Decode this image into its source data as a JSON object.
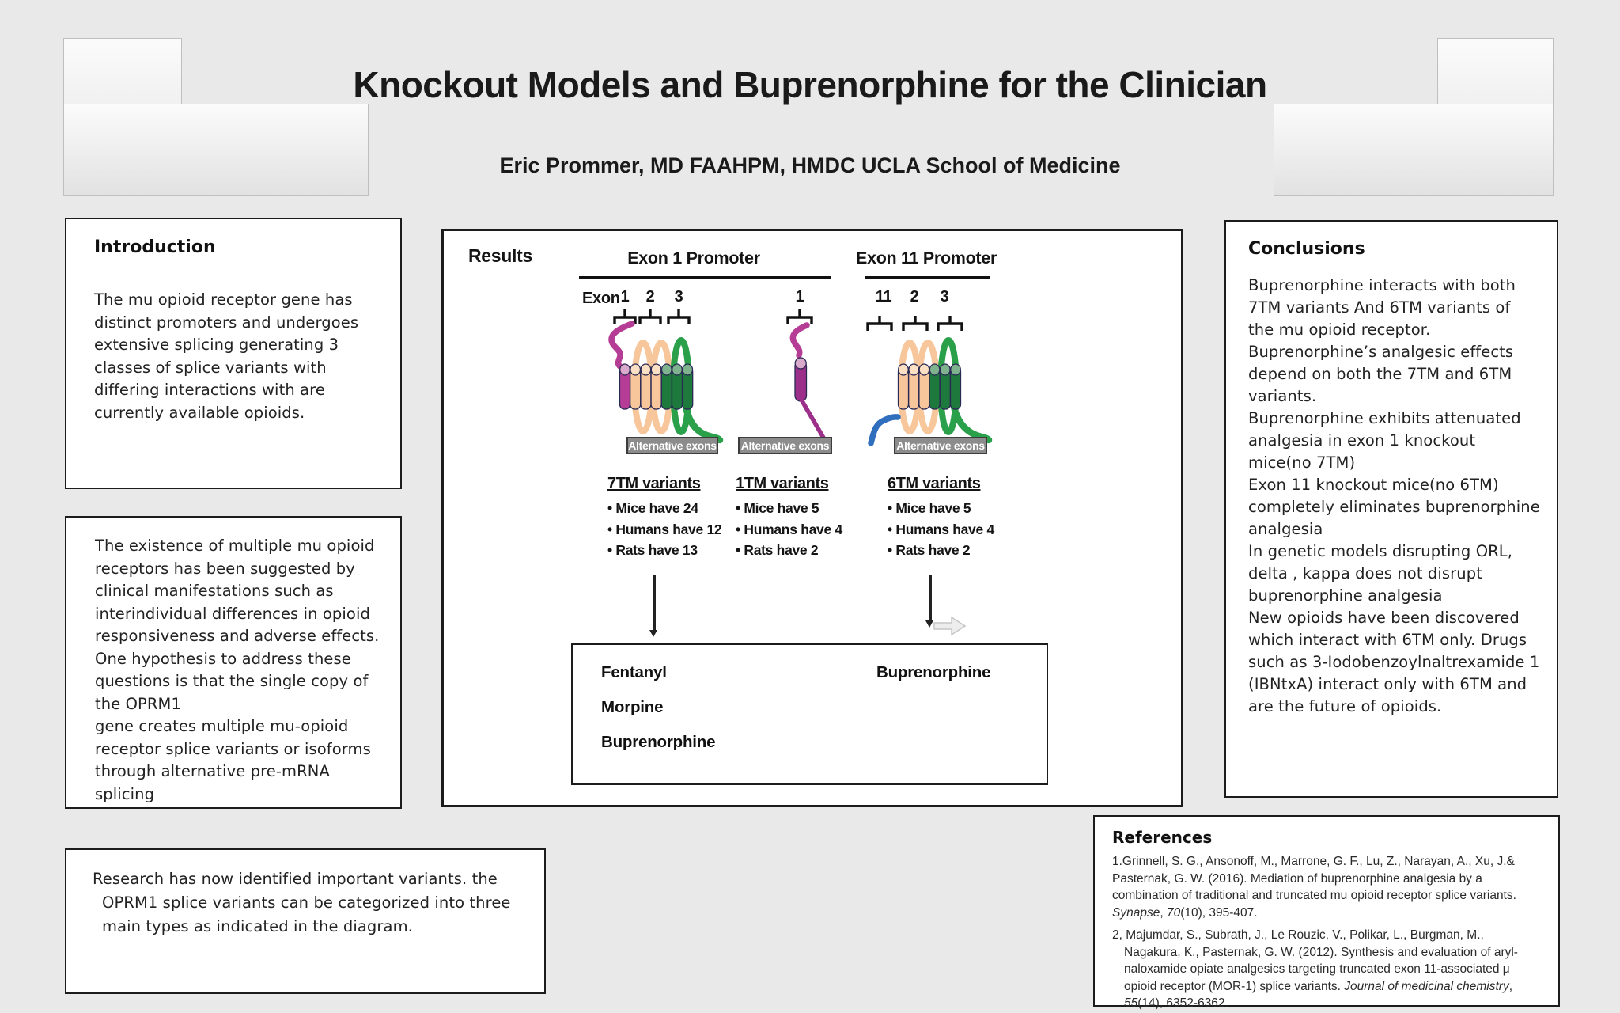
{
  "poster": {
    "title": "Knockout Models and Buprenorphine for the Clinician",
    "author": "Eric Prommer, MD FAAHPM, HMDC UCLA School of Medicine"
  },
  "intro": {
    "heading": "Introduction",
    "body": "The mu opioid receptor gene has distinct promoters and undergoes extensive splicing generating 3 classes of splice variants with differing interactions with are currently available opioids."
  },
  "hypothesis": {
    "p1": "The existence of multiple mu opioid receptors has been suggested by clinical manifestations such as interindividual differences in opioid responsiveness and adverse effects. One hypothesis to address these questions is that the single copy of the OPRM1",
    "p2": "gene creates multiple mu-opioid receptor splice variants or isoforms through alternative pre-mRNA splicing"
  },
  "research_note": {
    "body": "Research has now identified important variants. the OPRM1 splice variants can be categorized into three main types  as indicated in the diagram."
  },
  "results": {
    "heading": "Results",
    "promoter1": "Exon 1 Promoter",
    "promoter2": "Exon 11 Promoter",
    "exon_row_label": "Exon",
    "exon_groups": [
      [
        "1",
        "2",
        "3"
      ],
      [
        "1"
      ],
      [
        "11",
        "2",
        "3"
      ]
    ],
    "alternative_exons_label": "Alternative exons",
    "variants": [
      {
        "name": "7TM variants",
        "bullets": [
          "• Mice have 24",
          "• Humans have 12",
          "• Rats have 13"
        ]
      },
      {
        "name": "1TM variants",
        "bullets": [
          "• Mice have 5",
          "• Humans have 4",
          "• Rats have 2"
        ]
      },
      {
        "name": "6TM variants",
        "bullets": [
          "• Mice have 5",
          "• Humans have 4",
          "• Rats have 2"
        ]
      }
    ],
    "drug_box": {
      "left_items": [
        "Fentanyl",
        "Morpine",
        "Buprenorphine"
      ],
      "right_items": [
        "Buprenorphine"
      ]
    },
    "figure_colors": {
      "magenta": "#b53d95",
      "purple_1tm": "#9c2f8a",
      "peach": "#f7c79b",
      "dark_green": "#1e7a3c",
      "bright_green": "#2aa04a",
      "blue": "#2f6fbd",
      "label_box_gray": "#8c8c8c"
    }
  },
  "conclusions": {
    "heading": "Conclusions",
    "paragraphs": [
      "Buprenorphine interacts with both 7TM variants And 6TM variants of the mu opioid receptor.",
      "Buprenorphine’s analgesic effects depend on both the 7TM and 6TM variants.",
      "Buprenorphine exhibits attenuated analgesia in exon 1 knockout mice(no 7TM)",
      "Exon 11 knockout mice(no 6TM) completely eliminates buprenorphine analgesia",
      "In genetic models disrupting ORL, delta , kappa does not disrupt buprenorphine analgesia",
      "New opioids have been discovered which interact with 6TM only. Drugs such as 3-Iodobenzoylnaltrexamide 1 (IBNtxA) interact only with 6TM and are the future of opioids."
    ]
  },
  "references": {
    "heading": "References",
    "items": [
      {
        "segments": [
          {
            "t": "1.Grinnell, S. G., Ansonoff, M., Marrone, G. F., Lu, Z., Narayan, A., Xu, J.& Pasternak, G. W. (2016). Mediation of buprenorphine analgesia by a combination of traditional and truncated mu opioid receptor splice variants. "
          },
          {
            "t": "Synapse"
          },
          {
            "t": ", "
          },
          {
            "t": "70"
          },
          {
            "t": "(10), 395-407."
          }
        ]
      },
      {
        "segments": [
          {
            "t": "2, Majumdar, S., Subrath, J., Le Rouzic, V., Polikar, L., Burgman, M., Nagakura, K.,  Pasternak, G. W. (2012). Synthesis and evaluation of aryl-naloxamide opiate analgesics targeting truncated exon 11-associated μ opioid receptor (MOR-1) splice variants. "
          },
          {
            "t": "Journal of medicinal chemistry"
          },
          {
            "t": ", "
          },
          {
            "t": "55"
          },
          {
            "t": "(14), 6352-6362."
          }
        ]
      }
    ]
  }
}
